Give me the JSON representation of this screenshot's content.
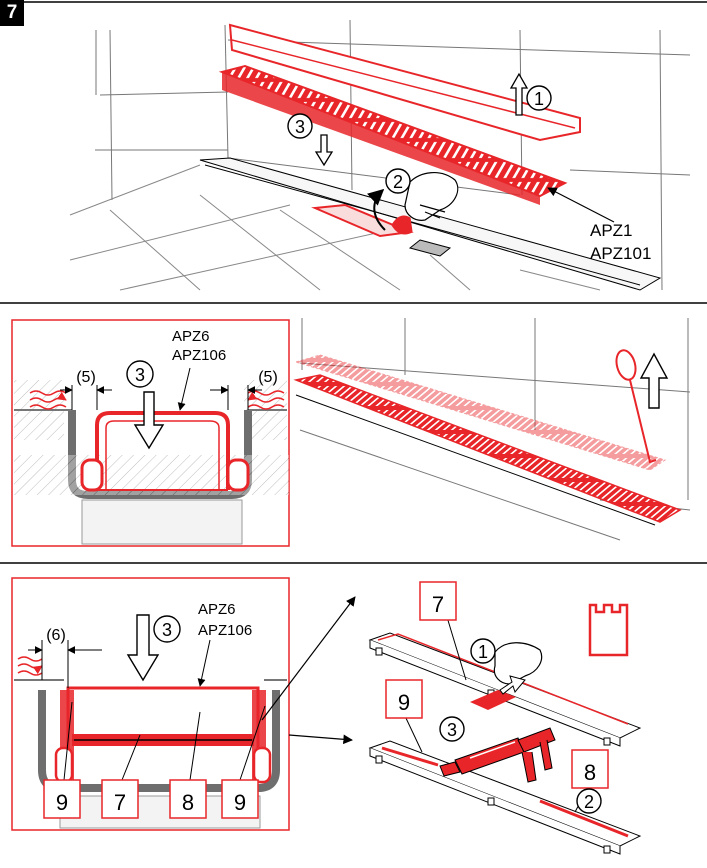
{
  "step_number": "7",
  "panel1": {
    "callouts": [
      "1",
      "2",
      "3"
    ],
    "part_label_1": "APZ1",
    "part_label_2": "APZ101"
  },
  "panel2": {
    "gap_left": "(5)",
    "gap_right": "(5)",
    "callout": "3",
    "part_label_1": "APZ6",
    "part_label_2": "APZ106"
  },
  "panel3": {
    "gap": "(6)",
    "callout": "3",
    "part_label_1": "APZ6",
    "part_label_2": "APZ106",
    "box_labels": [
      "9",
      "7",
      "8",
      "9"
    ],
    "exploded_labels": [
      "7",
      "9",
      "8"
    ],
    "exploded_callouts": [
      "1",
      "3",
      "2"
    ]
  },
  "colors": {
    "accent": "#e8262a",
    "line": "#000000",
    "grey": "#6e6e6e"
  }
}
